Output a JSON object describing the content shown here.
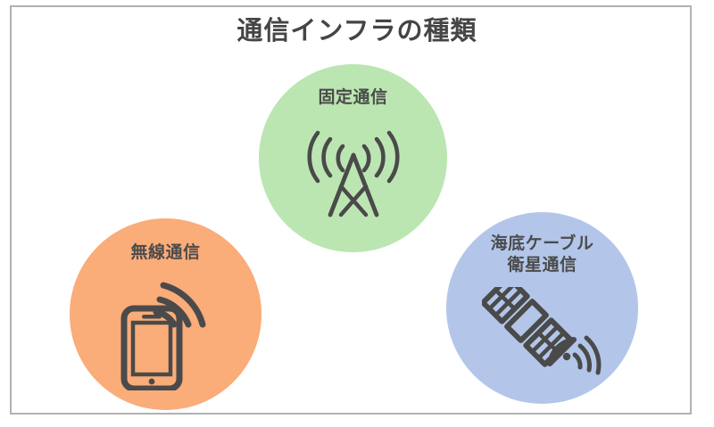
{
  "page": {
    "title": "通信インフラの種類",
    "background_color": "#ffffff",
    "frame_border_color": "#b3b1b1",
    "title_color": "#454545"
  },
  "diagram": {
    "type": "concept-bubbles",
    "nodes": [
      {
        "id": "fixed",
        "label": "固定通信",
        "label_lines": [
          "固定通信"
        ],
        "color": "#bbe6b2",
        "icon": "broadcast-tower-icon",
        "text_color": "#4b4b4b"
      },
      {
        "id": "wireless",
        "label": "無線通信",
        "label_lines": [
          "無線通信"
        ],
        "color": "#faac79",
        "icon": "smartphone-wifi-icon",
        "text_color": "#4b4b4b"
      },
      {
        "id": "satellite",
        "label": "海底ケーブル 衛星通信",
        "label_lines": [
          "海底ケーブル",
          "衛星通信"
        ],
        "color": "#b3c6ea",
        "icon": "satellite-icon",
        "text_color": "#4b4b4b"
      }
    ],
    "icon_color": "#4a4a4a"
  }
}
